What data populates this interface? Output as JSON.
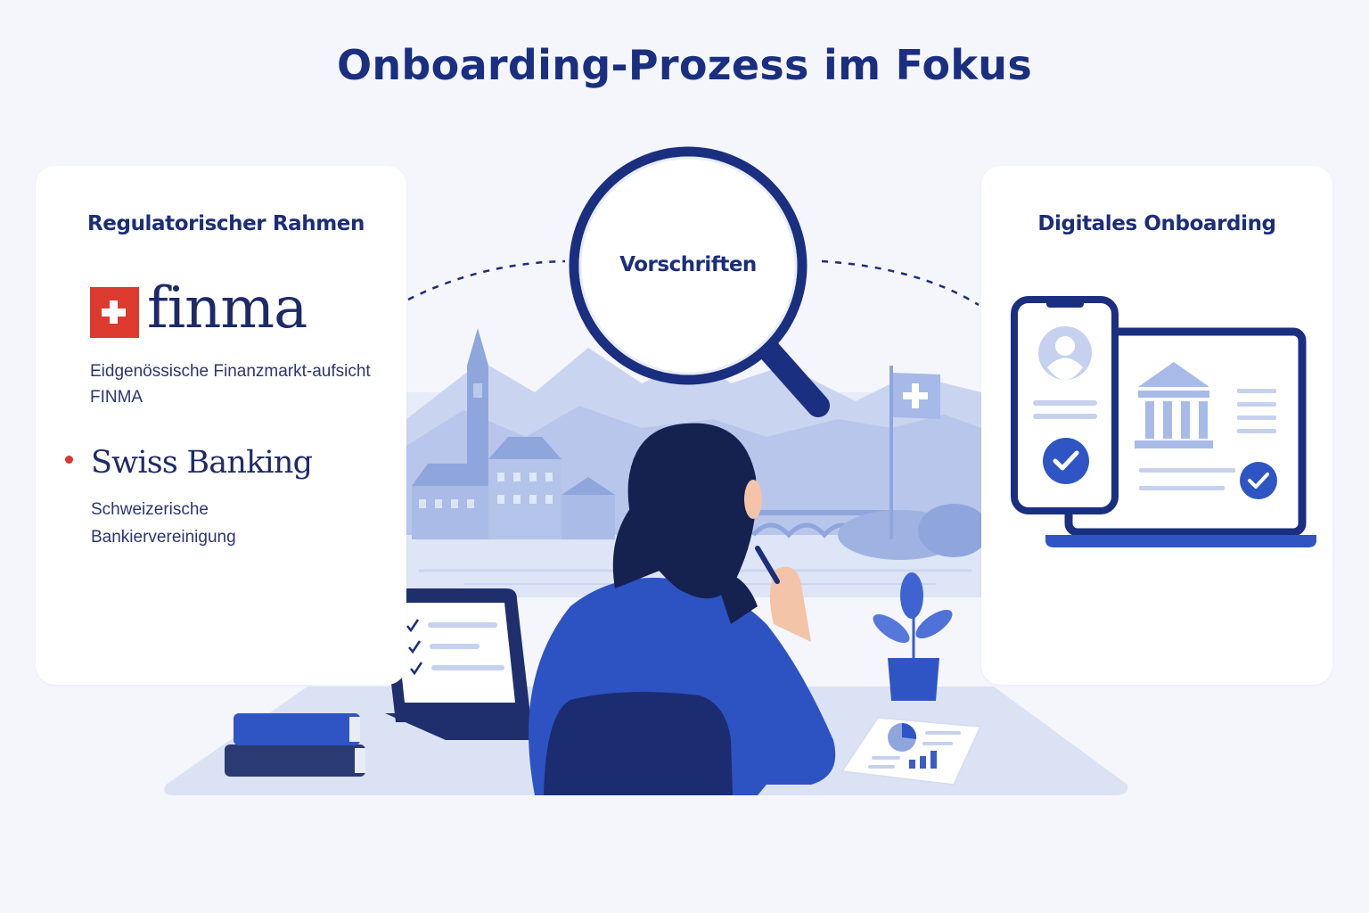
{
  "header": {
    "title": "Onboarding-Prozess im Fokus"
  },
  "left_card": {
    "heading": "Regulatorischer Rahmen",
    "finma_logo_text": "finma",
    "finma_description": "Eidgenössische Finanzmarkt-aufsicht FINMA",
    "swiss_banking_logo_text": "Swiss Banking",
    "swiss_banking_description": "Schweizerische Bankiervereinigung"
  },
  "center": {
    "magnifier_label": "Vorschriften"
  },
  "right_card": {
    "heading": "Digitales Onboarding"
  },
  "icons": [
    "swiss-cross-icon",
    "magnifier-icon",
    "user-avatar-icon",
    "checkmark-icon",
    "bank-building-icon",
    "pie-chart-icon",
    "bar-chart-icon",
    "book-icon",
    "plant-icon",
    "flag-icon"
  ],
  "colors": {
    "primary": "#1a2f80",
    "accent_blue": "#2f55c4",
    "swiss_red": "#dc3a2f",
    "background": "#f5f6fb"
  }
}
